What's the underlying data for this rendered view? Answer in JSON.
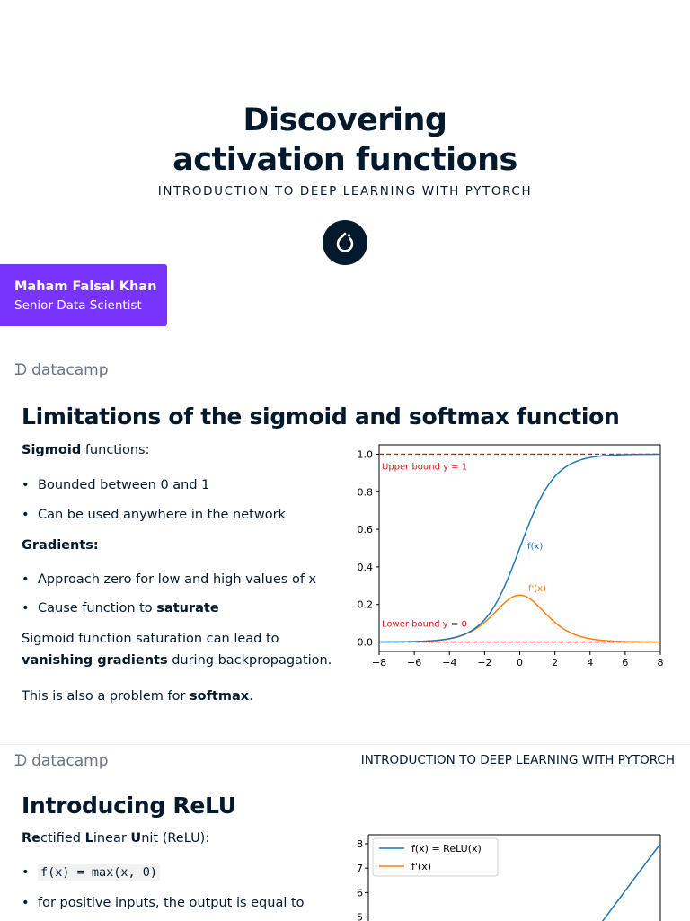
{
  "title_slide": {
    "title_line1": "Discovering",
    "title_line2": "activation functions",
    "subtitle": "INTRODUCTION TO DEEP LEARNING WITH PYTORCH",
    "author_name": "Maham Falsal Khan",
    "author_role": "Senior Data Scientist"
  },
  "brand": {
    "logo_text": "datacamp",
    "accent_color": "#7933ff",
    "navy": "#05192d"
  },
  "slide2": {
    "heading": "Limitations of the sigmoid and softmax function",
    "sigmoid_bold": "Sigmoid",
    "sigmoid_rest": " functions:",
    "bullets_a": [
      "Bounded between 0 and 1",
      "Can be used anywhere in the network"
    ],
    "gradients_label": "Gradients:",
    "bullet_b1": "Approach zero for low and high values of x",
    "bullet_b2_pre": "Cause function to ",
    "bullet_b2_bold": "saturate",
    "para1_line1": "Sigmoid function saturation can lead to",
    "para1_bold": "vanishing gradients",
    "para1_rest": " during backpropagation.",
    "para2_pre": "This is also a problem for ",
    "para2_bold": "softmax",
    "para2_end": "."
  },
  "slide3": {
    "header_course": "INTRODUCTION TO DEEP LEARNING WITH PYTORCH",
    "heading": "Introducing ReLU",
    "def_b1": "Re",
    "def_t1": "ctified ",
    "def_b2": "L",
    "def_t2": "inear ",
    "def_b3": "U",
    "def_t3": "nit (ReLU):",
    "code": "f(x) = max(x, 0)",
    "bullet2": "for positive inputs, the output is equal to"
  },
  "chart_data": [
    {
      "type": "line",
      "title": "",
      "xlabel": "",
      "ylabel": "",
      "xlim": [
        -8,
        8
      ],
      "ylim": [
        -0.05,
        1.05
      ],
      "xticks": [
        "−8",
        "−6",
        "−4",
        "−2",
        "0",
        "2",
        "4",
        "6",
        "8"
      ],
      "yticks": [
        "0.0",
        "0.2",
        "0.4",
        "0.6",
        "0.8",
        "1.0"
      ],
      "series": [
        {
          "name": "f(x)",
          "color": "#1f77b4",
          "function": "sigmoid"
        },
        {
          "name": "f'(x)",
          "color": "#ff7f0e",
          "function": "sigmoid_derivative"
        }
      ],
      "reference_lines": [
        {
          "y": 1,
          "label": "Upper bound y = 1",
          "color": "#e31a1c",
          "style": "dashed"
        },
        {
          "y": 0,
          "label": "Lower bound y = 0",
          "color": "#e31a1c",
          "style": "dashed"
        }
      ],
      "grid": false
    },
    {
      "type": "line",
      "title": "",
      "xlabel": "",
      "ylabel": "",
      "yticks_visible": [
        "5",
        "6",
        "7",
        "8"
      ],
      "series": [
        {
          "name": "f(x) = ReLU(x)",
          "color": "#1f77b4",
          "function": "relu"
        },
        {
          "name": "f'(x)",
          "color": "#ff7f0e",
          "function": "relu_derivative"
        }
      ],
      "legend": "top-left",
      "grid": false
    }
  ]
}
